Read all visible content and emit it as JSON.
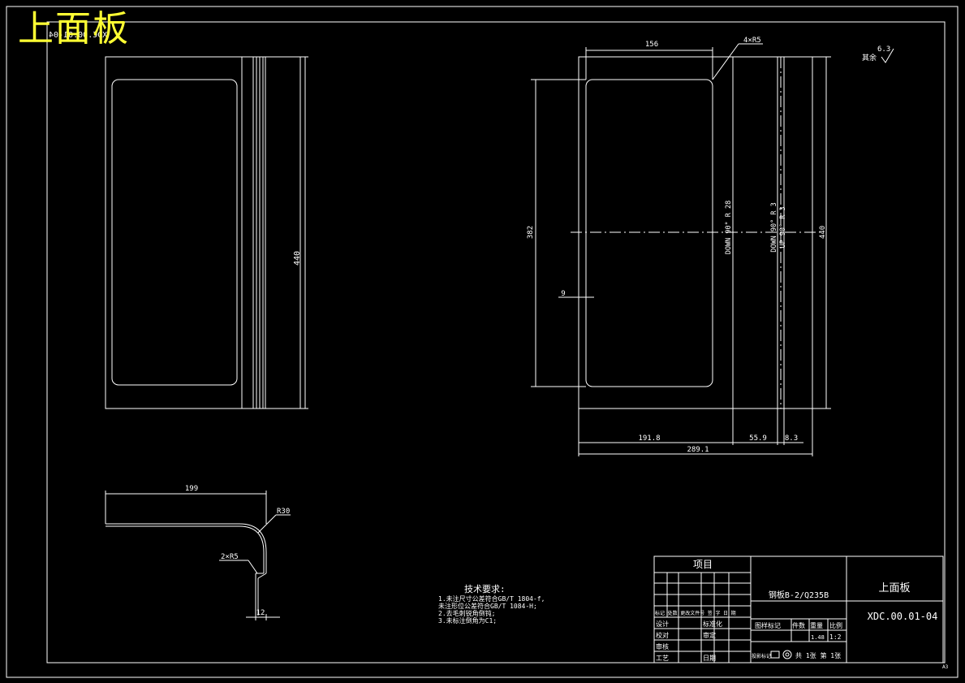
{
  "header": {
    "title": "上面板",
    "drawing_code_mirrored": "XDC.00.01-04"
  },
  "front_view": {
    "height_dim": "440"
  },
  "blank_view": {
    "width_top": "156",
    "corner_note": "4×R5",
    "height_inner": "382",
    "left_offset": "9",
    "bend_label_1": "DOWN 90° R 28",
    "bend_label_2": "DOWN 90° R 3",
    "bend_label_3": "UP 90° R 3",
    "height_total": "440",
    "dim_1": "191.8",
    "dim_2": "55.9",
    "dim_3": "8.3",
    "overall_width": "289.1"
  },
  "section_view": {
    "width": "199",
    "radius": "R30",
    "chamfer": "2×R5",
    "flange": "12"
  },
  "roughness": {
    "value": "6.3",
    "label": "其余"
  },
  "technical_requirements": {
    "title": "技术要求:",
    "items": [
      "1.未注尺寸公差符合GB/T 1804-f,",
      "  未注形位公差符合GB/T 1084-H;",
      "2.去毛刺锐角倒钝;",
      "3.未标注倒角为C1;"
    ]
  },
  "title_block": {
    "header": "项目",
    "material": "钢板B-2/Q235B",
    "part_name": "上面板",
    "drawing_number": "XDC.00.01-04",
    "revision_row": "标记 处数 更改文件号 签 字 日 期",
    "rows": [
      {
        "role": "设计",
        "std": "标准化"
      },
      {
        "role": "校对",
        "std": "审定"
      },
      {
        "role": "审核",
        "std": ""
      },
      {
        "role": "工艺",
        "std": "日期"
      }
    ],
    "col_headers": [
      "图样标记",
      "件数",
      "重量",
      "比例"
    ],
    "weight": "1.48",
    "scale": "1:2",
    "sheet_info": "共 1张 第 1张",
    "projection_label": "投影标记"
  },
  "sheet_code": "A3"
}
